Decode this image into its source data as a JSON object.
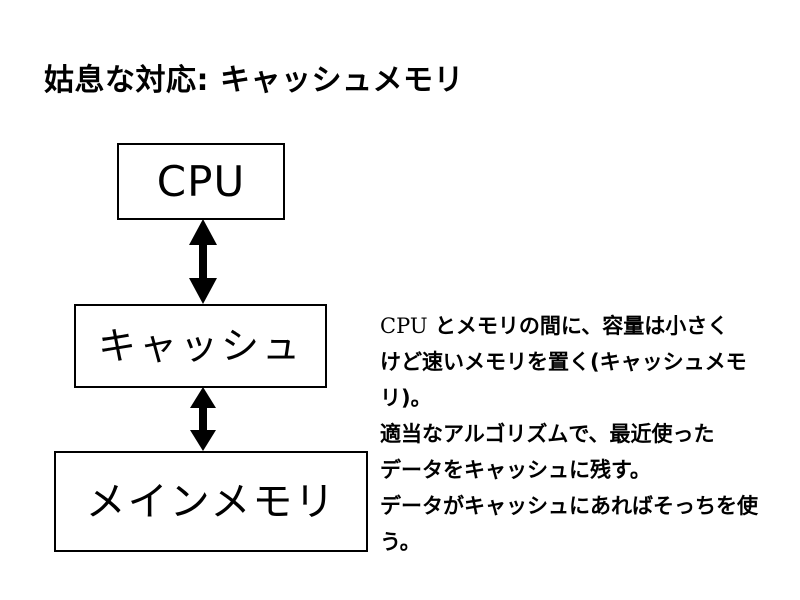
{
  "slide": {
    "title": "姑息な対応: キャッシュメモリ",
    "background_color": "#ffffff",
    "text_color": "#000000"
  },
  "diagram": {
    "nodes": [
      {
        "id": "cpu",
        "label": "CPU"
      },
      {
        "id": "cache",
        "label": "キャッシュ"
      },
      {
        "id": "mainmem",
        "label": "メインメモリ"
      }
    ],
    "connectors": [
      {
        "id": "cpu-cache",
        "from": "cpu",
        "to": "cache",
        "style": "double-headed-arrow"
      },
      {
        "id": "cache-mainmem",
        "from": "cache",
        "to": "mainmem",
        "style": "double-headed-arrow"
      }
    ]
  },
  "description": {
    "lines": [
      "CPU とメモリの間に、容量は小さく",
      "けど速いメモリを置く(キャッシュメモ",
      "リ)。",
      "適当なアルゴリズムで、最近使った",
      "データをキャッシュに残す。",
      "データがキャッシュにあればそっちを使",
      "う。"
    ],
    "line1_latin": "CPU",
    "line1_rest": " とメモリの間に、容量は小さく"
  }
}
